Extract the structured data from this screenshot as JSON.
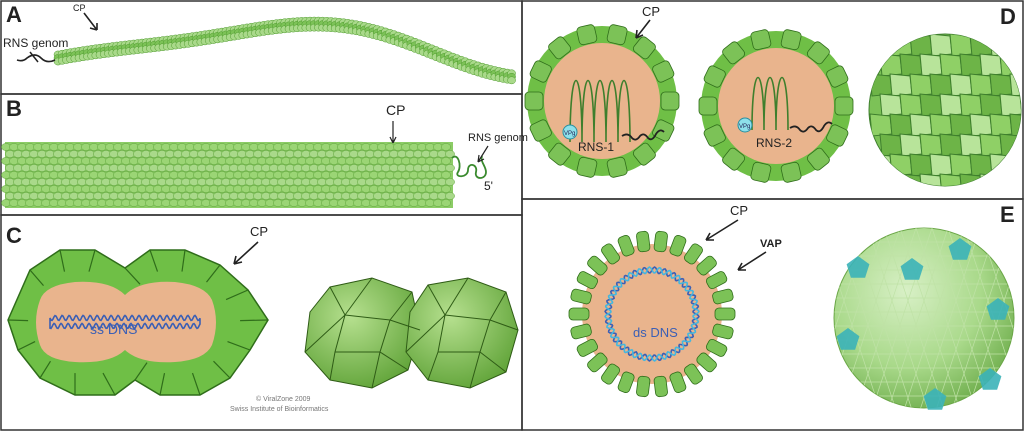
{
  "colors": {
    "capsid_light": "#a9d98a",
    "capsid_mid": "#7cc257",
    "capsid_dark": "#4f9c2e",
    "capsid_outline": "#2f6d1a",
    "interior": "#e9b48d",
    "genome_blue": "#3b5fb5",
    "dsdna_cyan": "#45b7de",
    "vpg_cyan": "#8ee0ea",
    "pentamer_teal": "#3bb3b8",
    "panel_border": "#333333"
  },
  "panels": {
    "A": {
      "letter": "A",
      "cp_label": "CP",
      "genome_label": "RNS genom"
    },
    "B": {
      "letter": "B",
      "cp_label": "CP",
      "genome_label": "RNS genom",
      "end_label": "5'"
    },
    "C": {
      "letter": "C",
      "cp_label": "CP",
      "genome_label": "ss DNS",
      "credit_line1": "© ViralZone 2009",
      "credit_line2": "Swiss Institute of Bioinformatics"
    },
    "D": {
      "letter": "D",
      "cp_label": "CP",
      "vpg_label": "VPg",
      "rna1_label": "RNS-1",
      "rna2_label": "RNS-2"
    },
    "E": {
      "letter": "E",
      "cp_label": "CP",
      "vap_label": "VAP",
      "genome_label": "ds DNS"
    }
  }
}
